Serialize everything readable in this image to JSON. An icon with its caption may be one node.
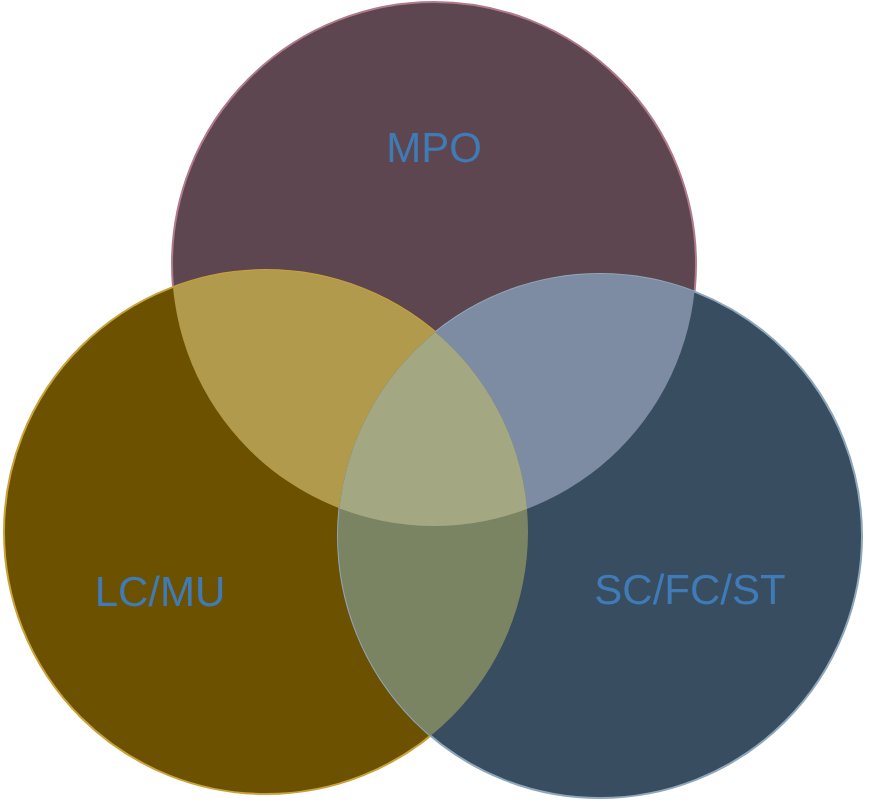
{
  "diagram": {
    "nodes": [
      {
        "text": [
          "MPO"
        ]
      },
      {
        "text": [
          "LC/MU"
        ]
      },
      {
        "text": [
          "SC/FC/ST"
        ]
      }
    ]
  }
}
